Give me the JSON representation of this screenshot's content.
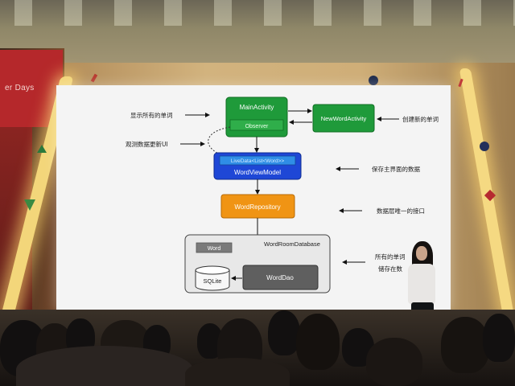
{
  "venue": {
    "banner_text": "er Days"
  },
  "slide": {
    "boxes": {
      "main_activity": "MainActivity",
      "observer": "Observer",
      "new_word_activity": "NewWordActivity",
      "live_data": "LiveData<List<Word>>",
      "word_view_model": "WordViewModel",
      "word_repository": "WordRepository",
      "word_room_database": "WordRoomDatabase",
      "word": "Word",
      "sqlite": "SQLite",
      "word_dao": "WordDao"
    },
    "annotations": {
      "show_all_words": "显示所有的单词",
      "observe_data_update_ui": "观测数据更新UI",
      "create_new_word": "创建新的单词",
      "save_main_ui_data": "保存主界面的数据",
      "data_layer_interface": "数据层唯一的接口",
      "all_words_line1": "所有的单词",
      "all_words_line2": "储存在数"
    },
    "colors": {
      "green": "#1f9a3a",
      "green_dark": "#0f6d22",
      "blue": "#1e47d6",
      "blue_light": "#2f8ee6",
      "orange": "#f09414",
      "grey": "#7a7a7a",
      "grey_dark": "#5f5f5f"
    }
  }
}
